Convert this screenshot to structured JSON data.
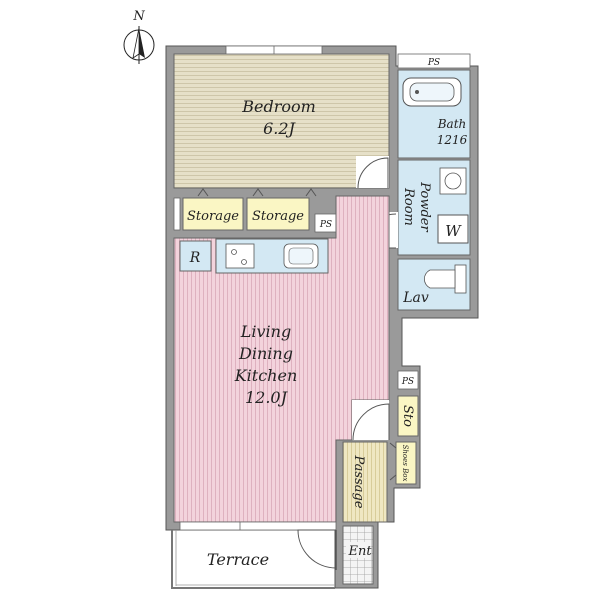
{
  "compass": {
    "label": "N",
    "icon": "north-arrow-icon"
  },
  "rooms": {
    "bedroom": {
      "name": "Bedroom",
      "size": "6.2J"
    },
    "bath": {
      "name": "Bath",
      "size": "1216"
    },
    "powder_room": {
      "line1": "Powder",
      "line2": "Room"
    },
    "washer": {
      "label": "W"
    },
    "lavatory": {
      "label": "Lav"
    },
    "storage_1": {
      "label": "Storage"
    },
    "storage_2": {
      "label": "Storage"
    },
    "ps_top": {
      "label": "PS"
    },
    "ps_mid": {
      "label": "PS"
    },
    "ps_right": {
      "label": "PS"
    },
    "refrigerator": {
      "label": "R"
    },
    "ldk": {
      "line1": "Living",
      "line2": "Dining",
      "line3": "Kitchen",
      "size": "12.0J"
    },
    "sto": {
      "label": "Sto"
    },
    "shoes_box": {
      "label": "Shoes Box"
    },
    "passage": {
      "label": "Passage"
    },
    "entrance": {
      "label": "Ent"
    },
    "terrace": {
      "label": "Terrace"
    }
  },
  "colors": {
    "bedroom_floor": "#e6e0c8",
    "ldk_floor": "#f3d3dc",
    "wet_area": "#d3e8f3",
    "storage": "#faf6c4",
    "passage": "#efe7c2",
    "wall": "#9a9a9a"
  }
}
